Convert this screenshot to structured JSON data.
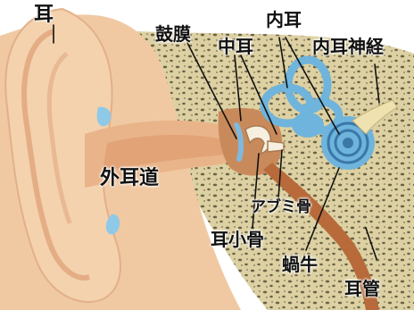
{
  "labels": {
    "ear": "耳",
    "eardrum": "鼓膜",
    "middle_ear": "中耳",
    "inner_ear": "内耳",
    "inner_ear_nerve": "内耳神経",
    "ear_canal_outer": "外耳道",
    "stapes": "アブミ骨",
    "ossicles": "耳小骨",
    "cochlea": "蝸牛",
    "eustachian_tube": "耳管"
  },
  "colors": {
    "skin_light": "#f3d2ad",
    "skin_mid": "#e9b489",
    "skin_dark": "#d48b63",
    "bone": "#ddd1a3",
    "bone_spots": "#6b6347",
    "inner_ear_blue": "#6fb4dc",
    "inner_ear_dark": "#3a78a8",
    "nerve": "#f0e2b0",
    "canal_tube": "#b86a3a",
    "pointer": "#111111"
  }
}
